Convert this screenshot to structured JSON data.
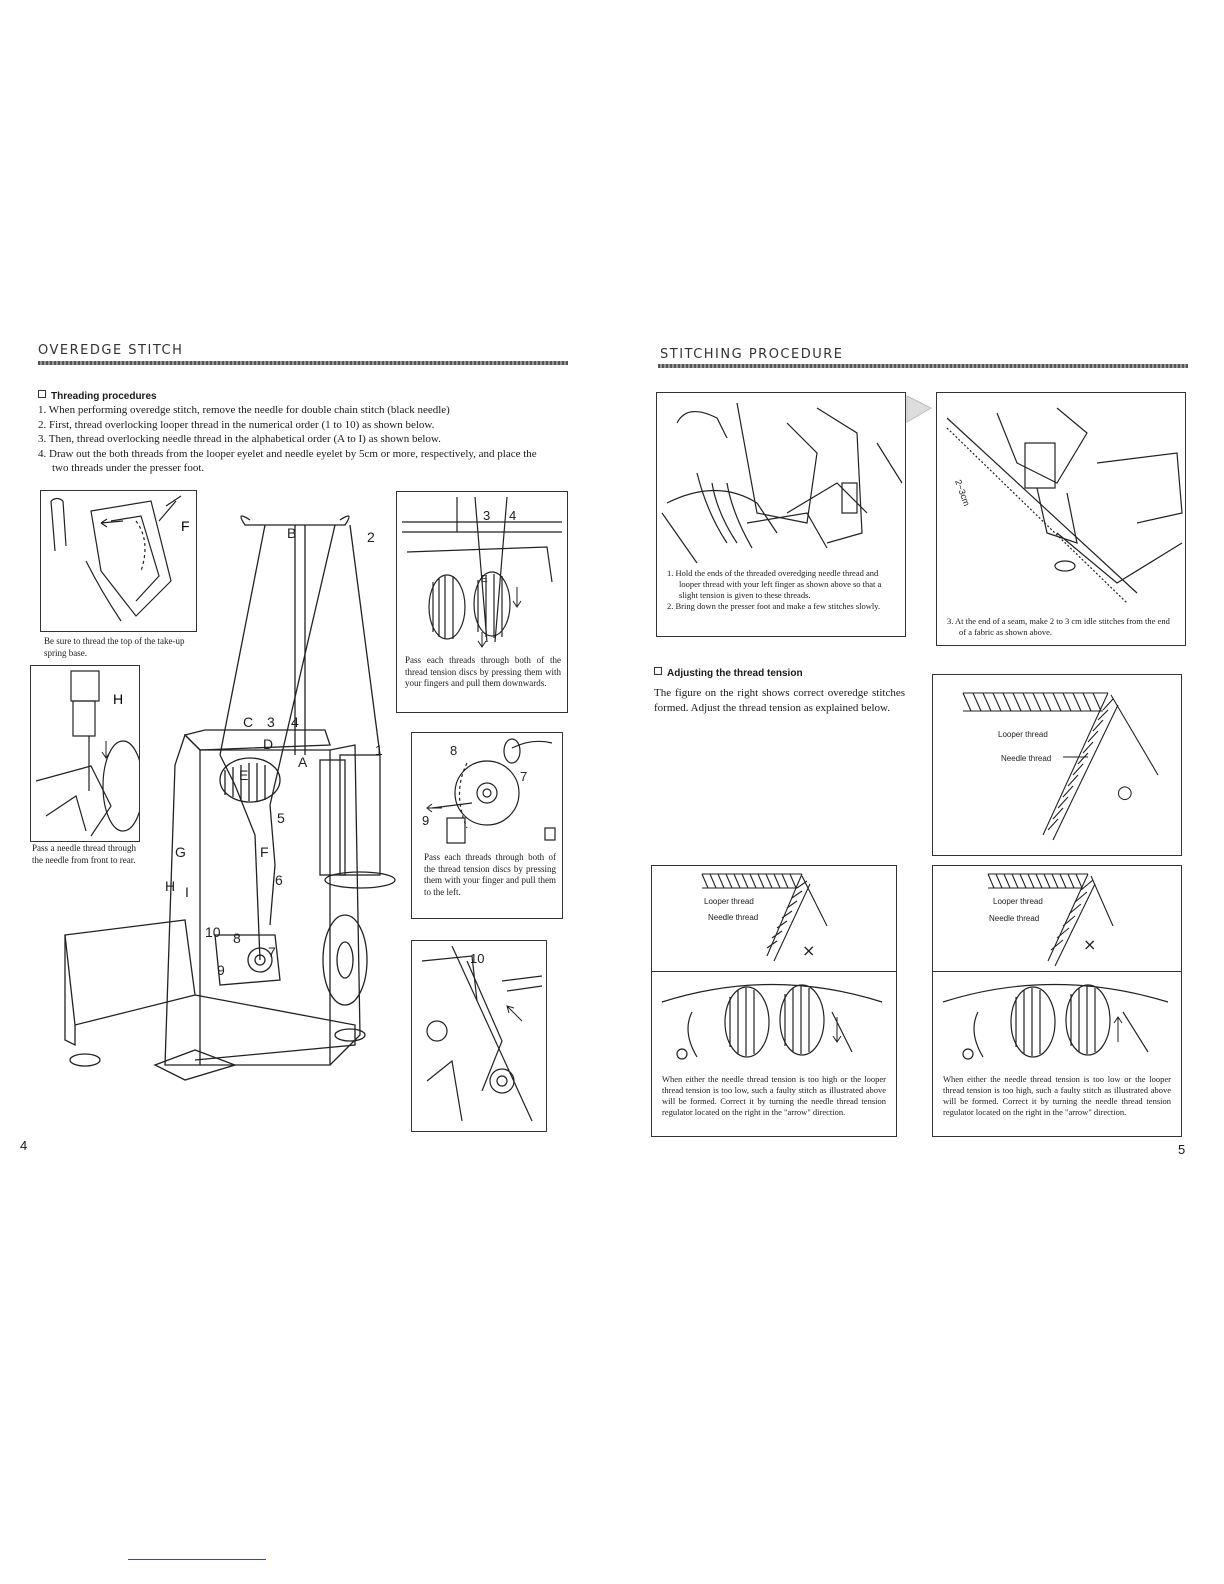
{
  "left_page": {
    "section_title": "OVEREDGE STITCH",
    "threading_heading": "Threading procedures",
    "steps": [
      "1. When performing overedge stitch, remove the needle for double chain stitch (black needle)",
      "2. First, thread overlocking looper thread in the numerical order (1 to 10) as shown below.",
      "3. Then, thread overlocking needle thread in the alphabetical order (A to I) as shown below.",
      "4. Draw out the both threads from the looper eyelet and needle eyelet by 5cm or more, respectively, and place the two threads under the presser foot."
    ],
    "captions": {
      "spring_base": "Be sure to thread the top of the take-up spring base.",
      "needle_thread": "Pass a needle thread through the needle from front to rear.",
      "tension_discs_down": "Pass each threads through both of the thread tension discs by pressing them with your fingers and pull them downwards.",
      "tension_discs_left": "Pass each threads through both of the thread tension discs by pressing them with your finger and pull them to the left."
    },
    "figure_labels": {
      "thread_stand": [
        "B",
        "2",
        "C",
        "3",
        "4",
        "D",
        "A",
        "1",
        "E",
        "5",
        "F",
        "G",
        "6",
        "H",
        "I",
        "10",
        "8",
        "9",
        "7"
      ],
      "detail_tension": [
        "3",
        "4",
        "E",
        "5"
      ],
      "detail_looper": [
        "8",
        "7",
        "9"
      ],
      "detail_eyelet": [
        "10"
      ],
      "detail_spring": [
        "F"
      ],
      "detail_needle": [
        "H"
      ]
    },
    "page_number": "4"
  },
  "right_page": {
    "section_title": "STITCHING PROCEDURE",
    "captions": {
      "hold_threads": [
        "1. Hold the ends of the threaded overedging needle thread and looper thread with your left finger as shown above so that a slight tension is given to these threads.",
        "2. Bring down the presser foot and make a few stitches slowly."
      ],
      "idle_stitches": "3. At the end of a seam, make 2 to 3 cm idle stitches from the end of a fabric as shown above.",
      "too_high": "When either the needle thread tension is too high or the looper thread tension is too low, such a faulty stitch as illustrated above will be formed. Correct it by turning the needle thread tension regulator located on the right in the \"arrow\" direction.",
      "too_low": "When either the needle thread tension is too low or the looper thread tension is too high, such a faulty stitch as illustrated above will be formed. Correct it by turning the needle thread tension regulator located on the right in the \"arrow\" direction."
    },
    "adjusting_heading": "Adjusting the thread tension",
    "adjusting_body": "The figure on the right shows correct overedge stitches formed. Adjust the thread tension as explained below.",
    "stitch_labels": {
      "looper": "Looper thread",
      "needle": "Needle thread",
      "measure": "2~3cm"
    },
    "marks": {
      "correct": "○",
      "wrong": "×"
    },
    "page_number": "5"
  },
  "colors": {
    "ink": "#1a1a1a",
    "rule": "#555555",
    "link_underline": "#3344cc"
  }
}
